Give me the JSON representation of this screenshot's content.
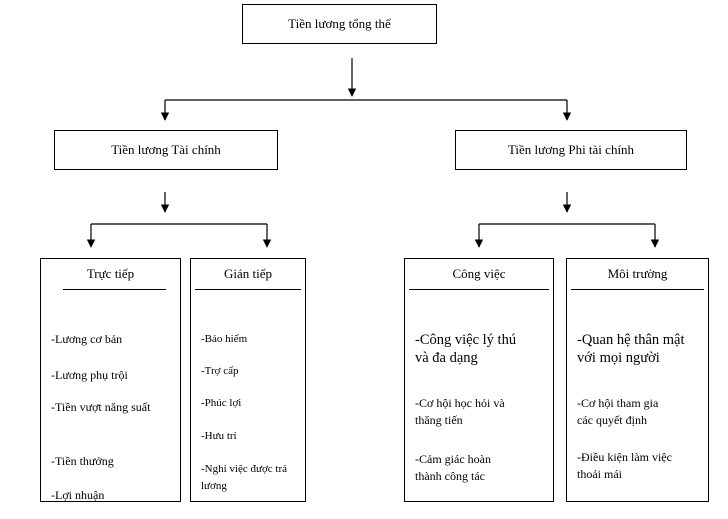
{
  "root": {
    "label": "Tiền lương tổng thể"
  },
  "branches": [
    {
      "label": "Tiền lương Tài chính",
      "columns": [
        {
          "heading": "Trực tiếp",
          "items": [
            "-Lương cơ bản",
            "-Lương phụ trội",
            "-Tiền vượt năng suất",
            "-Tiền thưởng",
            "-Lợi nhuận"
          ]
        },
        {
          "heading": "Gián tiếp",
          "items": [
            "-Bảo hiểm",
            "-Trợ cấp",
            "-Phúc lợi",
            "-Hưu trí",
            "-Nghỉ việc được trả lương"
          ]
        }
      ]
    },
    {
      "label": "Tiền lương Phi tài chính",
      "columns": [
        {
          "heading": "Công việc",
          "items": [
            "-Công việc lý thú và đa dạng",
            "-Cơ hội học hỏi và thăng tiến",
            "-Cảm giác hoàn thành công tác"
          ]
        },
        {
          "heading": "Môi trường",
          "items": [
            "-Quan hệ thân mật với mọi người",
            "-Cơ hội tham gia các quyết định",
            "-Điều kiện làm việc thoải mái"
          ]
        }
      ]
    }
  ]
}
